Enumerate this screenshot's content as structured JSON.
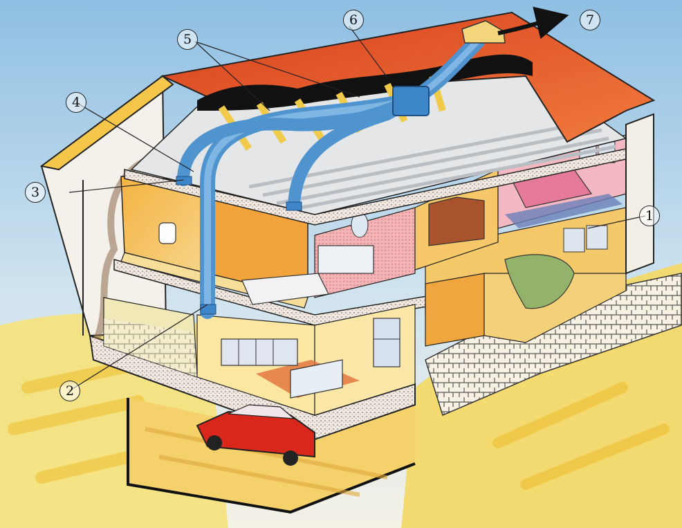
{
  "illustration": {
    "subject": "house-ventilation-cutaway",
    "colors": {
      "sky": "#9cc7e6",
      "ground": "#f3dc74",
      "roof": "#e8552a",
      "duct": "#5a9fd6",
      "outline": "#1a1a1a",
      "car": "#d9271c"
    }
  },
  "callouts": [
    {
      "key": "c1",
      "label": "1"
    },
    {
      "key": "c2",
      "label": "2"
    },
    {
      "key": "c3",
      "label": "3"
    },
    {
      "key": "c4",
      "label": "4"
    },
    {
      "key": "c5",
      "label": "5"
    },
    {
      "key": "c6",
      "label": "6"
    },
    {
      "key": "c7",
      "label": "7"
    }
  ]
}
